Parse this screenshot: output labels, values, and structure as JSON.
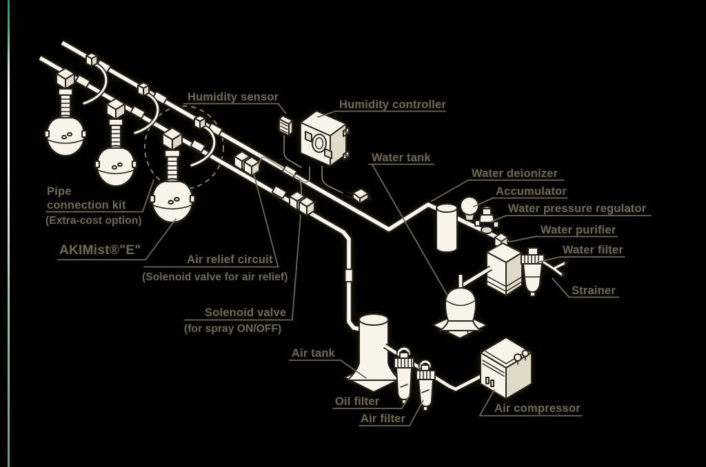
{
  "colors": {
    "background": "#000000",
    "label_text": "#6e6656",
    "artwork_fill": "#f8f4ea",
    "artwork_shade": "#e2dac8",
    "artwork_outline": "#2b241c",
    "pipe_fill": "#fbf8f0",
    "wire": "#8a8171",
    "dash": "#867d6b",
    "stripe_top": "#12a06c",
    "stripe_middle": "#ffffff",
    "stripe_bottom": "#5aa87e"
  },
  "diagram": {
    "labels": {
      "humidity_sensor": "Humidity sensor",
      "humidity_controller": "Humidity controller",
      "water_tank": "Water tank",
      "water_deionizer": "Water deionizer",
      "accumulator": "Accumulator",
      "water_pressure_regulator": "Water pressure regulator",
      "water_purifier": "Water purifier",
      "water_filter": "Water filter",
      "strainer": "Strainer",
      "pipe_connection_kit_line1": "Pipe",
      "pipe_connection_kit_line2": "connection kit",
      "pipe_connection_kit_note": "(Extra-cost option)",
      "akimist": "AKIMist®\"E\"",
      "air_relief_circuit": "Air relief circuit",
      "air_relief_circuit_note": "(Solenoid valve for air relief)",
      "solenoid_valve": "Solenoid valve",
      "solenoid_valve_note": "(for spray ON/OFF)",
      "air_tank": "Air tank",
      "oil_filter": "Oil filter",
      "air_filter": "Air filter",
      "air_compressor": "Air compressor"
    }
  }
}
